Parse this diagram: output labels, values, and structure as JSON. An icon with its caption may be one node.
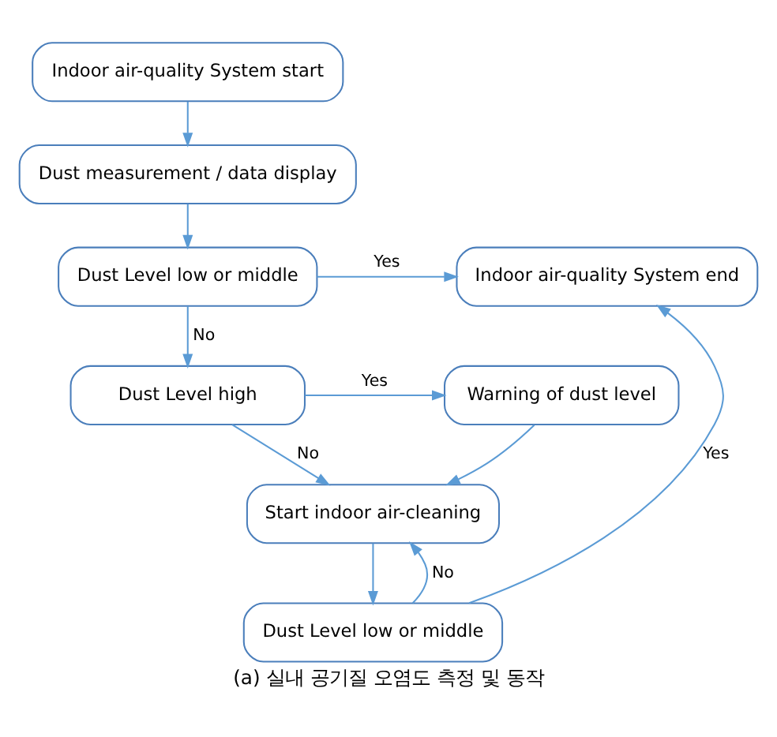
{
  "diagram": {
    "caption": "(a) 실내 공기질 오염도 측정 및 동작",
    "nodes": [
      {
        "text": [
          "Indoor air-quality System start"
        ]
      },
      {
        "text": [
          "Dust measurement / data display"
        ]
      },
      {
        "text": [
          "Dust Level low or middle"
        ]
      },
      {
        "text": [
          "Indoor air-quality System end"
        ]
      },
      {
        "text": [
          "Dust Level high"
        ]
      },
      {
        "text": [
          "Warning of dust level"
        ]
      },
      {
        "text": [
          "Start indoor air-cleaning"
        ]
      },
      {
        "text": [
          "Dust Level low or middle"
        ]
      }
    ],
    "edges": [
      {
        "from": 0,
        "to": 1,
        "arrow": "to"
      },
      {
        "from": 1,
        "to": 2,
        "arrow": "to"
      },
      {
        "from": 2,
        "to": 3,
        "arrow": "to",
        "label": "Yes"
      },
      {
        "from": 2,
        "to": 4,
        "arrow": "to",
        "label": "No"
      },
      {
        "from": 4,
        "to": 5,
        "arrow": "to",
        "label": "Yes"
      },
      {
        "from": 4,
        "to": 6,
        "arrow": "to",
        "label": "No"
      },
      {
        "from": 5,
        "to": 6,
        "arrow": "to"
      },
      {
        "from": 6,
        "to": 7,
        "arrow": "to"
      },
      {
        "from": 7,
        "to": 6,
        "arrow": "to",
        "label": "No"
      },
      {
        "from": 7,
        "to": 3,
        "arrow": "to",
        "label": "Yes"
      }
    ]
  }
}
